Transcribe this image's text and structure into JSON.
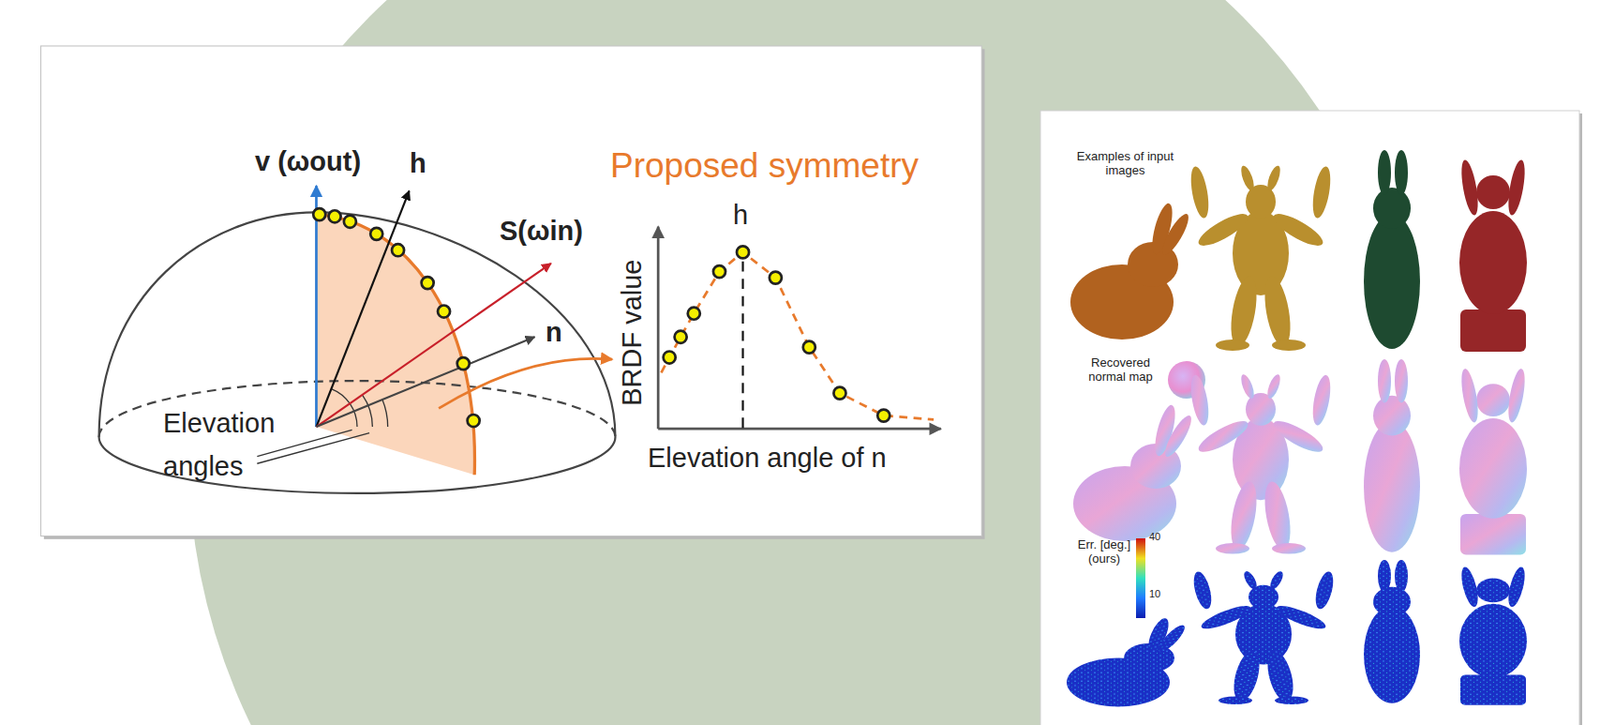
{
  "diagram": {
    "labels": [
      "v (ωout)",
      "h",
      "S(ωin)",
      "n",
      "Elevation angles",
      "Proposed symmetry",
      "h",
      "BRDF value",
      "Elevation angle of n",
      "Examples of input images",
      "Recovered normal map",
      "Err. [deg.] (ours)",
      "40",
      "10"
    ]
  }
}
